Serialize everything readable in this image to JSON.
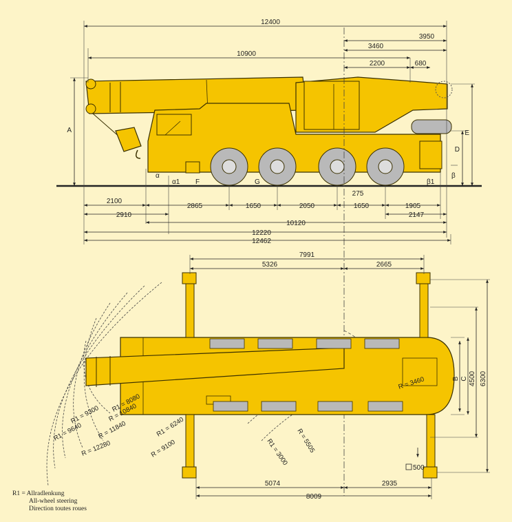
{
  "colors": {
    "background": "#fdf4c8",
    "crane_body": "#f5c400",
    "crane_outline": "#3a3000",
    "dimension_line": "#222222",
    "tire": "#b9b9b9"
  },
  "side_view": {
    "dims_top": [
      "12400",
      "3950",
      "3460",
      "10900",
      "2200",
      "680"
    ],
    "dims_bottom_row1": [
      "2100",
      "2865",
      "1650",
      "2050",
      "1650",
      "1905"
    ],
    "dims_bottom_row2": [
      "2910",
      "10120",
      "2147"
    ],
    "dims_total": [
      "12220",
      "12462"
    ],
    "dim_small": "275",
    "vertical_labels": [
      "A",
      "D",
      "E"
    ],
    "point_labels": {
      "alpha": "α",
      "alpha1": "α1",
      "f": "F",
      "g": "G",
      "beta1": "β1",
      "beta": "β"
    }
  },
  "top_view": {
    "dims_top": [
      "7991",
      "5326",
      "2665"
    ],
    "dims_right": [
      "B",
      "C",
      "4500",
      "6300"
    ],
    "dims_bottom": [
      "5074",
      "8009",
      "2935"
    ],
    "dim_small": "500",
    "radii": [
      "R1 = 8080",
      "R1 = 9300",
      "R = 10840",
      "R1 = 9640",
      "R = 11840",
      "R = 12280",
      "R1 = 6240",
      "R = 9100",
      "R1 = 3000",
      "R = 5505",
      "R = 3460"
    ]
  },
  "legend": {
    "symbol": "R1 = Allradlenkung",
    "english": "All-wheel steering",
    "french": "Direction toutes roues"
  }
}
